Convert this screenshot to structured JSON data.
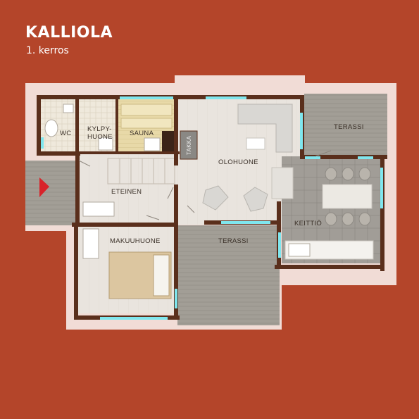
{
  "header": {
    "title": "KALLIOLA",
    "subtitle": "1. kerros"
  },
  "rooms": {
    "wc": "WC",
    "kylpyhuone_1": "KYLPY-",
    "kylpyhuone_2": "HUONE",
    "sauna": "SAUNA",
    "takka": "TAKKA",
    "olohuone": "OLOHUONE",
    "terassi_top": "TERASSI",
    "eteinen": "ETEINEN",
    "keittio": "KEITTIÖ",
    "makuuhuone": "MAKUUHUONE",
    "terassi_mid": "TERASSI"
  },
  "colors": {
    "background": "#b4452a",
    "plot_surround": "#f1dcd6",
    "floor_wood": "#e6e1db",
    "deck": "#9c9890",
    "wall": "#5a2f1c",
    "window": "#7fe6ee",
    "entrance_marker": "#d8232a"
  }
}
